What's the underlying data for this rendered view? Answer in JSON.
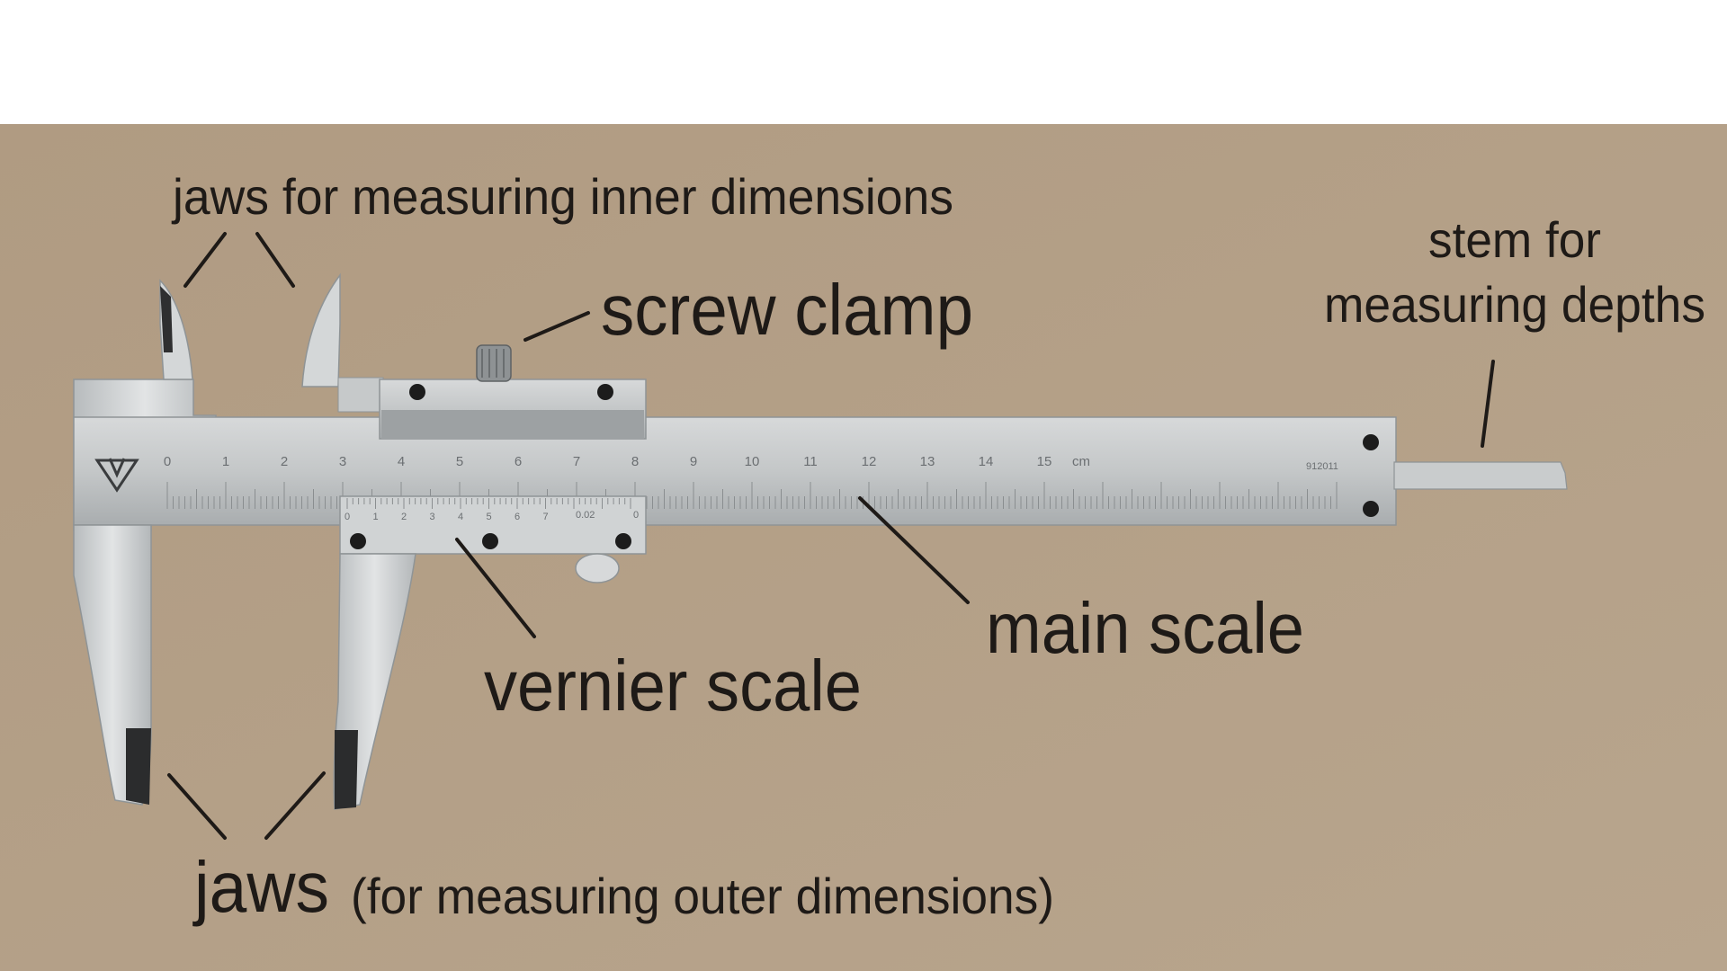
{
  "labels": {
    "inner_jaws": "jaws for measuring inner dimensions",
    "screw_clamp": "screw clamp",
    "stem_line1": "stem for",
    "stem_line2": "measuring depths",
    "main_scale": "main scale",
    "vernier_scale": "vernier scale",
    "outer_jaws_word": "jaws",
    "outer_jaws_note": "(for measuring outer dimensions)"
  },
  "scale": {
    "main_numbers": [
      "0",
      "1",
      "2",
      "3",
      "4",
      "5",
      "6",
      "7",
      "8",
      "9",
      "10",
      "11",
      "12",
      "13",
      "14",
      "15"
    ],
    "unit": "cm",
    "serial": "912011",
    "vernier_numbers": [
      "0",
      "1",
      "2",
      "3",
      "4",
      "5",
      "6",
      "7"
    ],
    "vernier_tag": "0.02",
    "vernier_end": "0"
  },
  "colors": {
    "background": "#b39f86",
    "metal": "#c9cccd",
    "metal_dark": "#9ea2a4",
    "ink": "#1e1a17"
  }
}
